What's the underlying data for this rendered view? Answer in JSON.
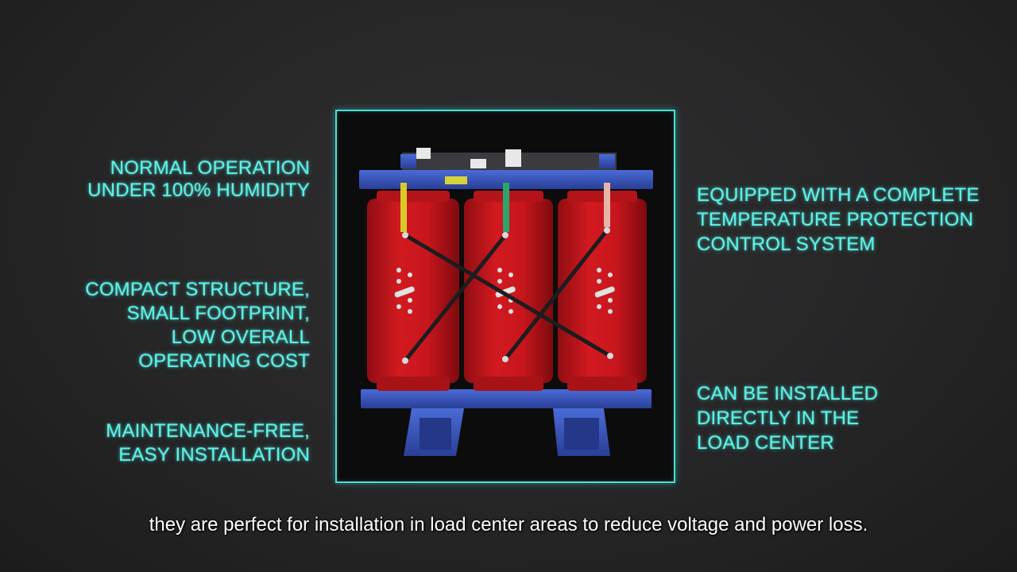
{
  "features_left": [
    {
      "lines": [
        "NORMAL OPERATION",
        "UNDER 100% HUMIDITY"
      ]
    },
    {
      "lines": [
        "COMPACT STRUCTURE,",
        "SMALL FOOTPRINT,",
        "LOW OVERALL",
        "OPERATING COST"
      ]
    },
    {
      "lines": [
        "MAINTENANCE-FREE,",
        "EASY INSTALLATION"
      ]
    }
  ],
  "features_right": [
    {
      "lines": [
        "EQUIPPED WITH A COMPLETE",
        "TEMPERATURE PROTECTION",
        "CONTROL SYSTEM"
      ]
    },
    {
      "lines": [
        "CAN BE INSTALLED",
        "DIRECTLY IN THE",
        "LOAD CENTER"
      ]
    }
  ],
  "caption": "they are perfect for installation in load center areas to reduce voltage and power loss.",
  "colors": {
    "accent_text": "#5ff2e6",
    "frame_border": "#46e0d4",
    "coil_red": "#c8161d",
    "frame_blue": "#3552b8"
  }
}
